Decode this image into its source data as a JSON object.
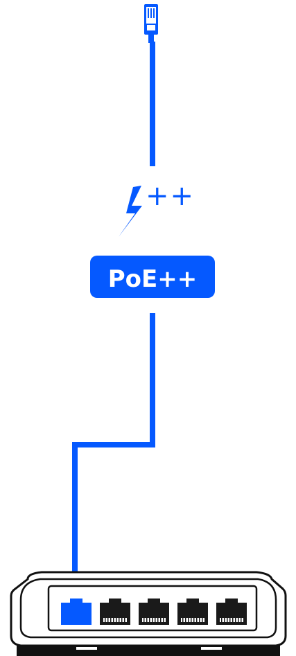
{
  "diagram": {
    "power_symbol": "++",
    "badge": {
      "label": "PoE++"
    },
    "icons": {
      "connector": "rj45-connector-icon",
      "power": "lightning-bolt-icon",
      "switch": "network-switch-icon"
    },
    "colors": {
      "accent": "#0559ff",
      "badge_text": "#ffffff",
      "outline": "#111111",
      "port_dark": "#1a1a1a"
    },
    "switch": {
      "port_count": 5,
      "active_port": 1
    }
  }
}
